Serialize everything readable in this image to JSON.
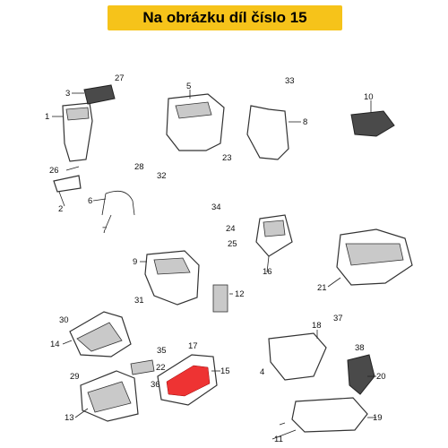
{
  "banner": {
    "text": "Na obrázku díl číslo 15",
    "color": "#f6c31a"
  },
  "highlight_color": "#e34a4a",
  "callouts": [
    "1",
    "2",
    "3",
    "4",
    "5",
    "6",
    "7",
    "8",
    "9",
    "10",
    "11",
    "12",
    "13",
    "14",
    "15",
    "16",
    "17",
    "18",
    "19",
    "20",
    "21",
    "22",
    "23",
    "24",
    "25",
    "26",
    "27",
    "28",
    "29",
    "30",
    "31",
    "32",
    "33",
    "34",
    "35",
    "36",
    "37",
    "38"
  ],
  "highlighted_part": "15"
}
